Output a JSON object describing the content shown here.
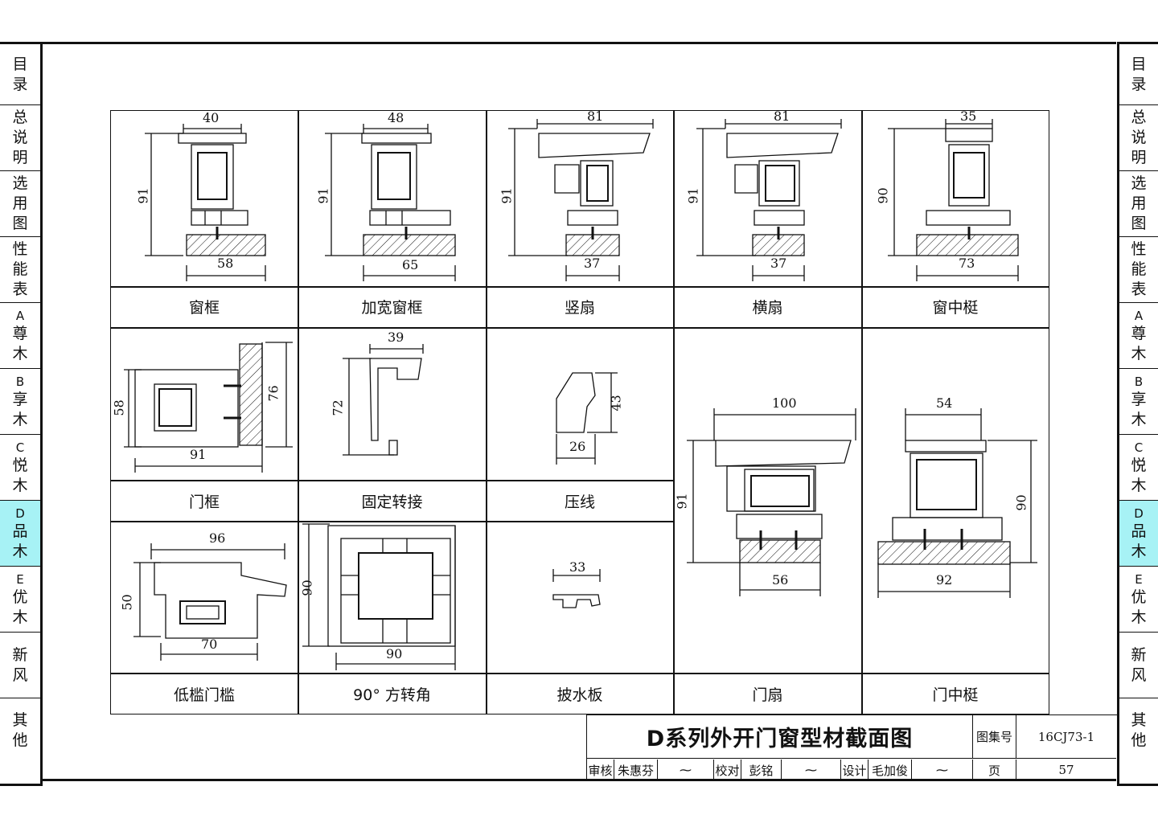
{
  "left_tabs": [
    {
      "id": "mulu",
      "lines": [
        "目",
        "录"
      ]
    },
    {
      "id": "zongshuoming",
      "lines": [
        "总",
        "说",
        "明"
      ]
    },
    {
      "id": "xuanyongtu",
      "lines": [
        "选",
        "用",
        "图"
      ]
    },
    {
      "id": "xingnengbiao",
      "lines": [
        "性",
        "能",
        "表"
      ]
    },
    {
      "id": "a",
      "letter": "A",
      "lines": [
        "尊",
        "木"
      ]
    },
    {
      "id": "b",
      "letter": "B",
      "lines": [
        "享",
        "木"
      ]
    },
    {
      "id": "c",
      "letter": "C",
      "lines": [
        "悦",
        "木"
      ]
    },
    {
      "id": "d",
      "letter": "D",
      "lines": [
        "品",
        "木"
      ],
      "active": true
    },
    {
      "id": "e",
      "letter": "E",
      "lines": [
        "优",
        "木"
      ]
    },
    {
      "id": "xinfeng",
      "lines": [
        "新",
        "风"
      ]
    },
    {
      "id": "qita",
      "lines": [
        "其",
        "他"
      ]
    }
  ],
  "captions": {
    "window_frame": "窗框",
    "wide_window_frame": "加宽窗框",
    "vertical_sash": "竖扇",
    "horizontal_sash": "横扇",
    "window_mullion": "窗中梃",
    "door_frame": "门框",
    "fixed_adapter": "固定转接",
    "glazing_bead": "压线",
    "low_sill": "低槛门槛",
    "corner_90": "90° 方转角",
    "drip_board": "披水板",
    "door_sash": "门扇",
    "door_mullion": "门中梃"
  },
  "dims": {
    "wf_top": "40",
    "wf_h": "91",
    "wf_bottom": "58",
    "wwf_top": "48",
    "wwf_h": "91",
    "wwf_bottom": "65",
    "vs_top": "81",
    "vs_h": "91",
    "vs_bottom": "37",
    "hs_top": "81",
    "hs_h": "91",
    "hs_bottom": "37",
    "wm_top": "35",
    "wm_h": "90",
    "wm_bottom": "73",
    "df_h": "58",
    "df_bottom": "91",
    "df_right": "76",
    "fa_top": "39",
    "fa_h": "72",
    "gb_h": "43",
    "gb_bottom": "26",
    "ds_top": "100",
    "ds_h": "91",
    "ds_bottom": "56",
    "dm_top": "54",
    "dm_h": "90",
    "dm_bottom": "92",
    "ls_top": "96",
    "ls_h": "50",
    "ls_bottom": "70",
    "c90_h": "90",
    "c90_bottom": "90",
    "db_top": "33"
  },
  "title_block": {
    "title": "D系列外开门窗型材截面图",
    "atlas_label": "图集号",
    "atlas_no": "16CJ73-1",
    "review_label": "审核",
    "reviewer": "朱惠芬",
    "check_label": "校对",
    "checker": "彭铭",
    "design_label": "设计",
    "designer": "毛加俊",
    "page_label": "页",
    "page_no": "57"
  }
}
